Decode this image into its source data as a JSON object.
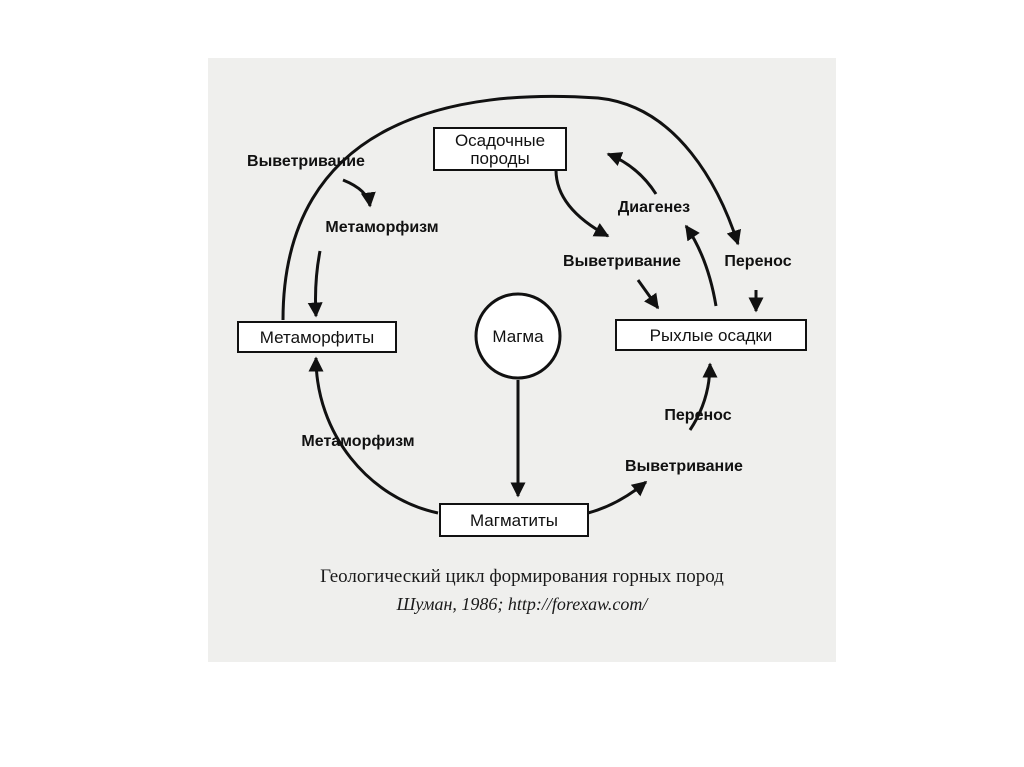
{
  "nodes": {
    "sedimentary_line1": "Осадочные",
    "sedimentary_line2": "породы",
    "metamorphites": "Метаморфиты",
    "magma": "Магма",
    "loose_sediments": "Рыхлые осадки",
    "magmatites": "Магматиты"
  },
  "processes": {
    "weathering_top_left": "Выветривание",
    "metamorphism_top": "Метаморфизм",
    "diagenesis": "Диагенез",
    "weathering_center": "Выветривание",
    "transport_right": "Перенос",
    "metamorphism_bottom": "Метаморфизм",
    "transport_bottom": "Перенос",
    "weathering_bottom": "Выветривание"
  },
  "caption": {
    "title": "Геологический цикл формирования горных пород",
    "source": "Шуман, 1986; http://forexaw.com/"
  },
  "colors": {
    "ink": "#111111",
    "figure_background": "#efefed",
    "box_fill": "#ffffff"
  }
}
